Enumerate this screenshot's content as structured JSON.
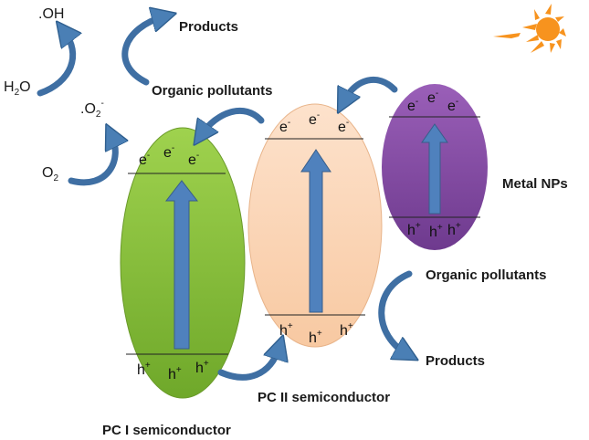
{
  "labels": {
    "products_top": "Products",
    "organic_pollutants_top": "Organic pollutants",
    "metal_nps": "Metal NPs",
    "organic_pollutants_right": "Organic pollutants",
    "products_right": "Products",
    "pc2": "PC II semiconductor",
    "pc1": "PC I semiconductor"
  },
  "species": {
    "oh": ".OH",
    "h2o_base": "H",
    "h2o_sub": "2",
    "h2o_tail": "O",
    "o2_base": "O",
    "o2_sub": "2",
    "o2rad_base": ".O",
    "o2rad_sub": "2",
    "o2rad_sup": "-"
  },
  "carriers": {
    "electron": "e",
    "electron_charge": "-",
    "hole": "h",
    "hole_charge": "+"
  },
  "colors": {
    "pc1_fill": "#8cc63f",
    "pc2_fill": "#fbd5b5",
    "metal_fill": "#8a4fa8",
    "arrow_fill": "#4f81bd",
    "curve_arrow": "#4a7fb5",
    "sun": "#f7931e"
  },
  "icons": [
    "sun-icon"
  ]
}
